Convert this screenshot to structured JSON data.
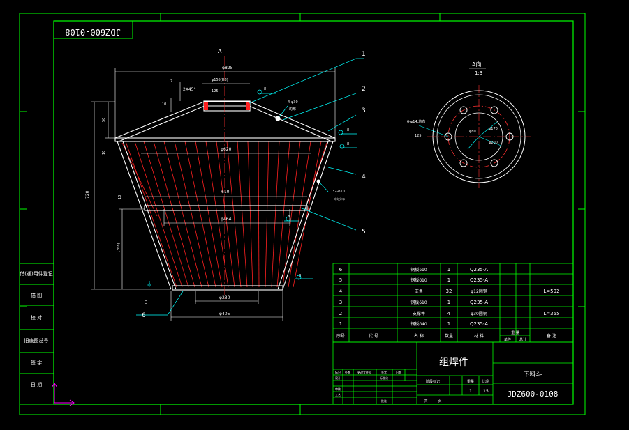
{
  "colors": {
    "background": "#000000",
    "frame": "#00ff00",
    "outline": "#ffffff",
    "hatch": "#ff2020",
    "center": "#ff3030",
    "dim": "#ffffff",
    "leader": "#00ffff",
    "table": "#00ff00",
    "table_text": "#ffff00",
    "ucs": "#ff00ff"
  },
  "drawing_code_rotated": "JDZ600-0108",
  "view_label": "A",
  "section_title": "A向",
  "section_scale": "1:3",
  "dims": {
    "d825": "φ825",
    "d155": "φ155(H8)",
    "chamfer": "2X45°",
    "h125": "125",
    "h7": "7",
    "h50": "50",
    "h10_top": "10",
    "h720": "720",
    "h10_mid": "10",
    "h368": "(368)",
    "h10_bot": "10",
    "d620": "φ620",
    "w610": "610",
    "d464": "φ464",
    "d230": "φ230",
    "d405": "φ405",
    "holes_top": "4-φ30",
    "holes_top_note": "均布",
    "rod": "32-φ10",
    "rod_note": "均匀分布",
    "v8_1": "8",
    "v8_2": "8",
    "v8_3": "8",
    "v8_4": "8",
    "v8_5": "8",
    "v10": "10"
  },
  "section_dims": {
    "holes": "6-φ14,均布",
    "d125": "125",
    "d170": "φ170",
    "d80": "φ80",
    "d200": "φ200"
  },
  "balloons": [
    "1",
    "2",
    "3",
    "4",
    "5",
    "6"
  ],
  "parts_table": {
    "rows": [
      {
        "no": "6",
        "name": "钢板δ10",
        "qty": "1",
        "mat": "Q235-A",
        "note": ""
      },
      {
        "no": "5",
        "name": "钢板δ10",
        "qty": "1",
        "mat": "Q235-A",
        "note": ""
      },
      {
        "no": "4",
        "name": "支条",
        "qty": "32",
        "mat": "φ12圆钢",
        "note": "L=592"
      },
      {
        "no": "3",
        "name": "钢板δ10",
        "qty": "1",
        "mat": "Q235-A",
        "note": ""
      },
      {
        "no": "2",
        "name": "支撑件",
        "qty": "4",
        "mat": "φ30圆钢",
        "note": "L=355"
      },
      {
        "no": "1",
        "name": "钢板δ40",
        "qty": "1",
        "mat": "Q235-A",
        "note": ""
      }
    ],
    "header": {
      "no": "序号",
      "code": "代 号",
      "name": "名 称",
      "qty": "数量",
      "mat": "材 料",
      "unit": "单件",
      "total": "总计",
      "weight": "重 量",
      "note": "备 注"
    }
  },
  "title_block": {
    "part_type": "组焊件",
    "drawing_name": "下料斗",
    "drawing_no": "JDZ600-0108",
    "stage_label": "阶段标记",
    "weight_label": "重量",
    "scale_label": "比例",
    "scale_a": "1",
    "scale_b": "15",
    "sheets_a": "共",
    "sheets_b": "页",
    "small": [
      "标记",
      "处数",
      "更改文件号",
      "签字",
      "日期",
      "设计",
      "标准化",
      "审核",
      "工艺",
      "批准"
    ]
  },
  "left_strip": [
    "借(通)用件登记",
    "描 图",
    "校 对",
    "旧底图总号",
    "签 字",
    "日 期"
  ]
}
